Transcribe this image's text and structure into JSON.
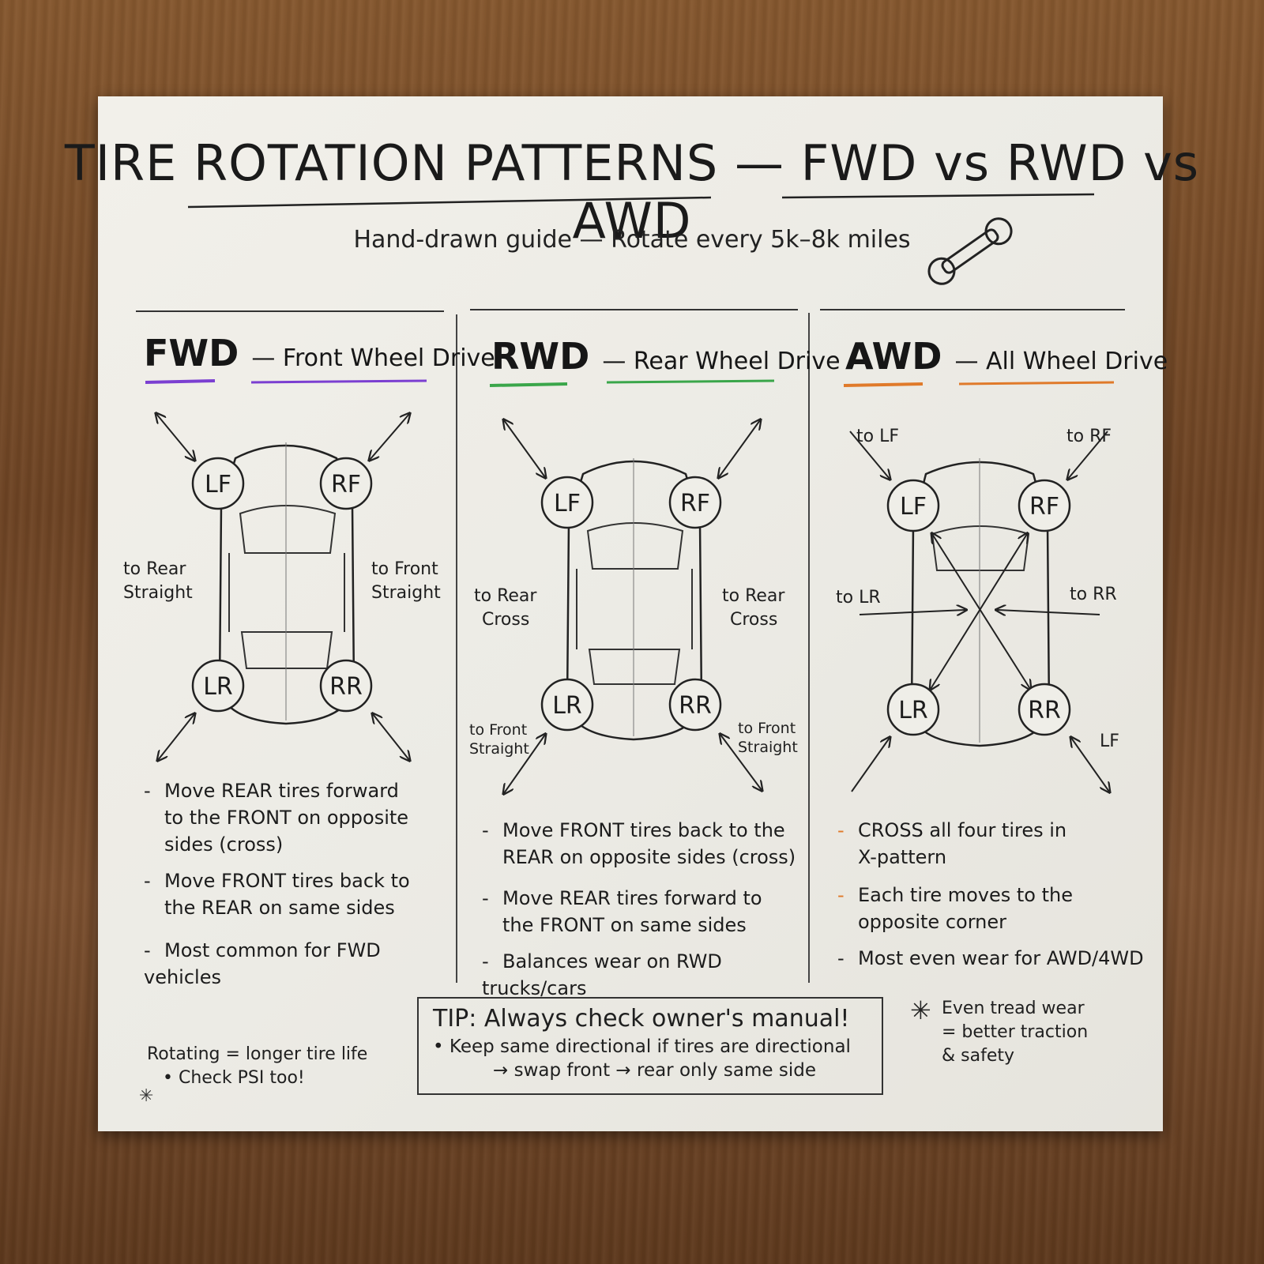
{
  "title": "TIRE ROTATION PATTERNS — FWD vs RWD vs AWD",
  "subtitle": "Hand-drawn guide — Rotate every 5k–8k miles",
  "columns": [
    {
      "code": "FWD",
      "name": "— Front Wheel Drive",
      "accent": "#7b3fd1",
      "wheels": [
        "LF",
        "RF",
        "LR",
        "RR"
      ],
      "left_label": [
        "to Rear",
        "Straight"
      ],
      "right_label": [
        "to Front",
        "Straight"
      ],
      "bullets": [
        [
          "Move REAR tires forward",
          "to the FRONT on opposite",
          "sides (cross)"
        ],
        [
          "Move FRONT tires back to",
          "the REAR on same sides"
        ],
        [
          "Most common for FWD vehicles"
        ]
      ]
    },
    {
      "code": "RWD",
      "name": "— Rear Wheel Drive",
      "accent": "#3aa64a",
      "wheels": [
        "LF",
        "RF",
        "LR",
        "RR"
      ],
      "left_label": [
        "to Rear",
        "Cross"
      ],
      "right_label": [
        "to Rear",
        "Cross"
      ],
      "bottom_left_label": [
        "to Front",
        "Straight"
      ],
      "bottom_right_label": [
        "to Front",
        "Straight"
      ],
      "bullets": [
        [
          "Move FRONT tires back to the",
          "REAR on opposite sides (cross)"
        ],
        [
          "Move REAR tires forward to",
          "the FRONT on same sides"
        ],
        [
          "Balances wear on RWD trucks/cars"
        ]
      ]
    },
    {
      "code": "AWD",
      "name": "— All Wheel Drive",
      "accent": "#e07a2a",
      "wheels": [
        "LF",
        "RF",
        "LR",
        "RR"
      ],
      "top_left_label": "to LF",
      "top_right_label": "to RF",
      "left_label": "to LR",
      "right_label": "to RR",
      "bottom_right_label": "LF",
      "bullets": [
        [
          "CROSS all four tires in",
          "X-pattern"
        ],
        [
          "Each tire moves to the",
          "opposite corner"
        ],
        [
          "Most even wear for AWD/4WD"
        ]
      ]
    }
  ],
  "footer_left": [
    "Rotating = longer tire life",
    "• Check PSI too!"
  ],
  "tip": [
    "TIP: Always check owner's manual!",
    "• Keep same directional if tires are directional",
    "→ swap front → rear only same side"
  ],
  "footer_right": [
    "Even tread wear",
    "= better traction",
    "& safety"
  ]
}
